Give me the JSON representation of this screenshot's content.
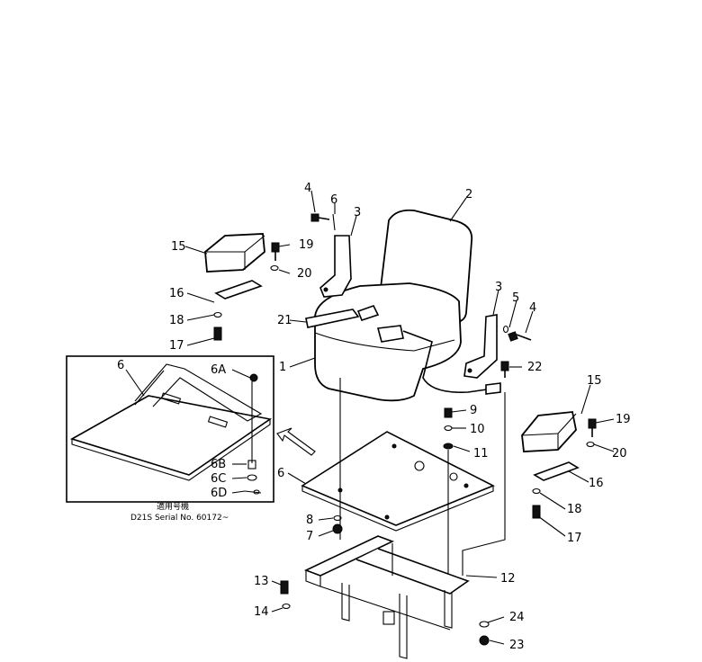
{
  "callouts": {
    "c1": "1",
    "c2": "2",
    "c3a": "3",
    "c3b": "3",
    "c4a": "4",
    "c4b": "4",
    "c5": "5",
    "c6a": "6",
    "c6b": "6",
    "c6inset": "6",
    "c6A": "6A",
    "c6B": "6B",
    "c6C": "6C",
    "c6D": "6D",
    "c7": "7",
    "c8": "8",
    "c9": "9",
    "c10": "10",
    "c11": "11",
    "c12": "12",
    "c13": "13",
    "c14": "14",
    "c15a": "15",
    "c15b": "15",
    "c16a": "16",
    "c16b": "16",
    "c17a": "17",
    "c17b": "17",
    "c18a": "18",
    "c18b": "18",
    "c19a": "19",
    "c19b": "19",
    "c20a": "20",
    "c20b": "20",
    "c21": "21",
    "c22": "22",
    "c23": "23",
    "c24": "24"
  },
  "inset": {
    "applicability_label": "適用号機",
    "serial_label": "D21S  Serial No. 60172~"
  }
}
